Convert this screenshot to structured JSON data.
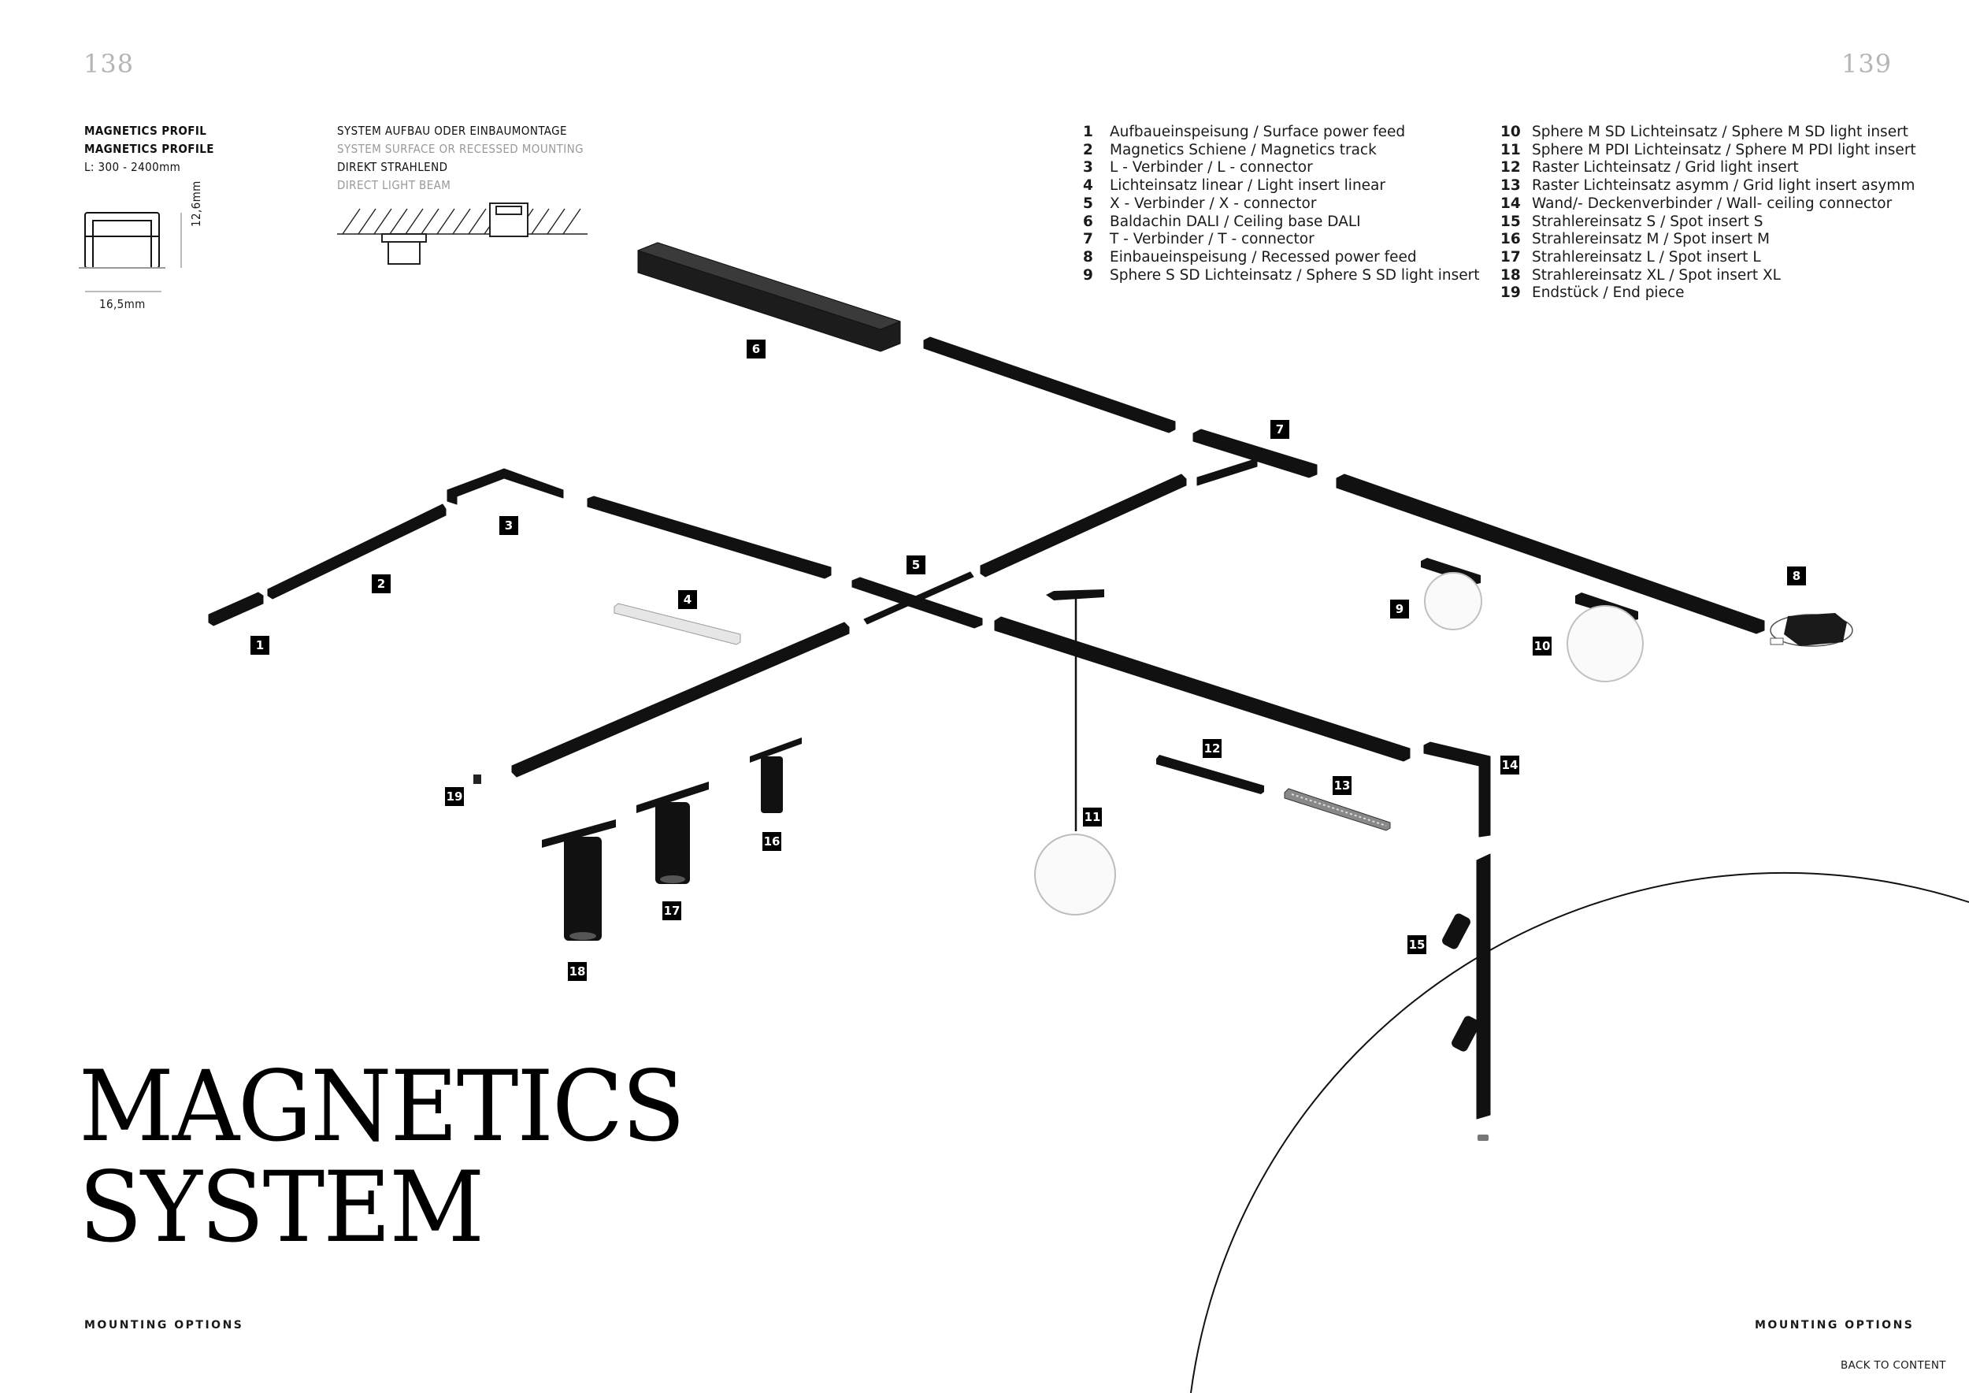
{
  "page_numbers": {
    "left": "138",
    "right": "139"
  },
  "profile": {
    "title_de": "MAGNETICS PROFIL",
    "title_en": "MAGNETICS PROFILE",
    "length": "L: 300 - 2400mm",
    "width_dim": "16,5mm",
    "height_dim": "12,6mm"
  },
  "mounting_spec": {
    "line1": "SYSTEM AUFBAU ODER EINBAUMONTAGE",
    "line2": "SYSTEM SURFACE OR RECESSED MOUNTING",
    "line3": "DIREKT STRAHLEND",
    "line4": "DIRECT LIGHT BEAM"
  },
  "legend_left": [
    {
      "num": "1",
      "text": "Aufbaueinspeisung / Surface power feed"
    },
    {
      "num": "2",
      "text": "Magnetics Schiene / Magnetics track"
    },
    {
      "num": "3",
      "text": "L - Verbinder / L - connector"
    },
    {
      "num": "4",
      "text": "Lichteinsatz linear / Light insert linear"
    },
    {
      "num": "5",
      "text": "X - Verbinder / X - connector"
    },
    {
      "num": "6",
      "text": "Baldachin DALI / Ceiling base DALI"
    },
    {
      "num": "7",
      "text": "T - Verbinder / T - connector"
    },
    {
      "num": "8",
      "text": "Einbaueinspeisung / Recessed power feed"
    },
    {
      "num": "9",
      "text": "Sphere S SD Lichteinsatz / Sphere S SD light insert"
    }
  ],
  "legend_right": [
    {
      "num": "10",
      "text": "Sphere M SD Lichteinsatz / Sphere M SD light insert"
    },
    {
      "num": "11",
      "text": "Sphere M PDI Lichteinsatz / Sphere M PDI light insert"
    },
    {
      "num": "12",
      "text": "Raster Lichteinsatz / Grid light insert"
    },
    {
      "num": "13",
      "text": "Raster Lichteinsatz asymm / Grid light insert asymm"
    },
    {
      "num": "14",
      "text": "Wand/- Deckenverbinder / Wall- ceiling connector"
    },
    {
      "num": "15",
      "text": "Strahlereinsatz S / Spot insert S"
    },
    {
      "num": "16",
      "text": "Strahlereinsatz M / Spot insert M"
    },
    {
      "num": "17",
      "text": "Strahlereinsatz L / Spot insert L"
    },
    {
      "num": "18",
      "text": "Strahlereinsatz XL / Spot insert XL"
    },
    {
      "num": "19",
      "text": "Endstück / End piece"
    }
  ],
  "callouts": [
    "1",
    "2",
    "3",
    "4",
    "5",
    "6",
    "7",
    "8",
    "9",
    "10",
    "11",
    "12",
    "13",
    "14",
    "15",
    "16",
    "17",
    "18",
    "19"
  ],
  "title": {
    "line1": "MAGNETICS",
    "line2": "SYSTEM"
  },
  "footer": {
    "left": "MOUNTING OPTIONS",
    "right": "MOUNTING OPTIONS",
    "back": "BACK TO CONTENT"
  }
}
